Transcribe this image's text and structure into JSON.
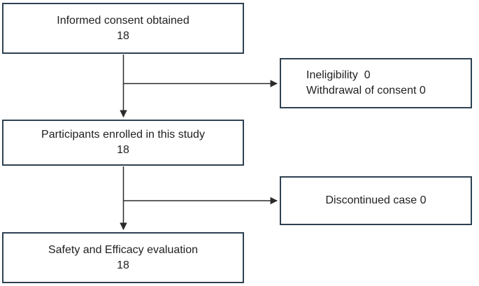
{
  "colors": {
    "box_border": "#2e4152",
    "arrow": "#2b2b2b",
    "text": "#1f1f1f",
    "background": "#ffffff"
  },
  "flow": {
    "informed_consent": {
      "label": "Informed consent obtained",
      "count": "18"
    },
    "exclusions_before_enrollment": {
      "line1": "Ineligibility  0",
      "line2": "Withdrawal of consent 0"
    },
    "enrolled": {
      "label": "Participants enrolled in this study",
      "count": "18"
    },
    "discontinued": {
      "label": "Discontinued case 0"
    },
    "evaluation": {
      "label": "Safety and Efficacy evaluation",
      "count": "18"
    }
  }
}
